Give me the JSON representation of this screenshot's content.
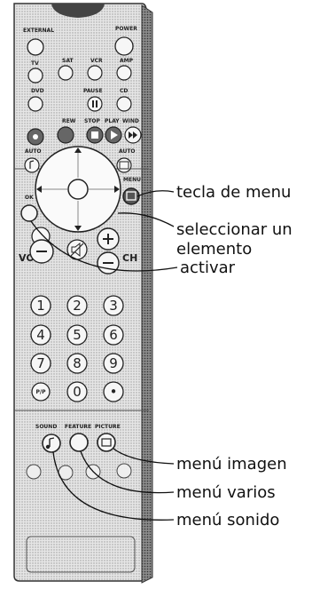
{
  "remote": {
    "labels": {
      "external": "EXTERNAL",
      "power": "POWER",
      "tv": "TV",
      "sat": "SAT",
      "vcr": "VCR",
      "amp": "AMP",
      "dvd": "DVD",
      "cd": "CD",
      "pause": "PAUSE",
      "rew": "REW",
      "stop": "STOP",
      "play": "PLAY",
      "fwd": "WIND",
      "auto_left": "AUTO",
      "auto_right": "AUTO",
      "ok": "OK",
      "menu": "MENU",
      "vol": "VOL",
      "ch": "CH",
      "sound": "SOUND",
      "feature": "FEATURE",
      "picture": "PICTURE"
    },
    "digits": [
      "1",
      "2",
      "3",
      "4",
      "5",
      "6",
      "7",
      "8",
      "9",
      "P/P",
      "0",
      "•"
    ]
  },
  "callouts": {
    "menu_key": "tecla de menu",
    "select_line1": "seleccionar un",
    "select_line2": "elemento",
    "activate": "activar",
    "picture_menu": "menú imagen",
    "feature_menu": "menú varios",
    "sound_menu": "menú sonido"
  }
}
